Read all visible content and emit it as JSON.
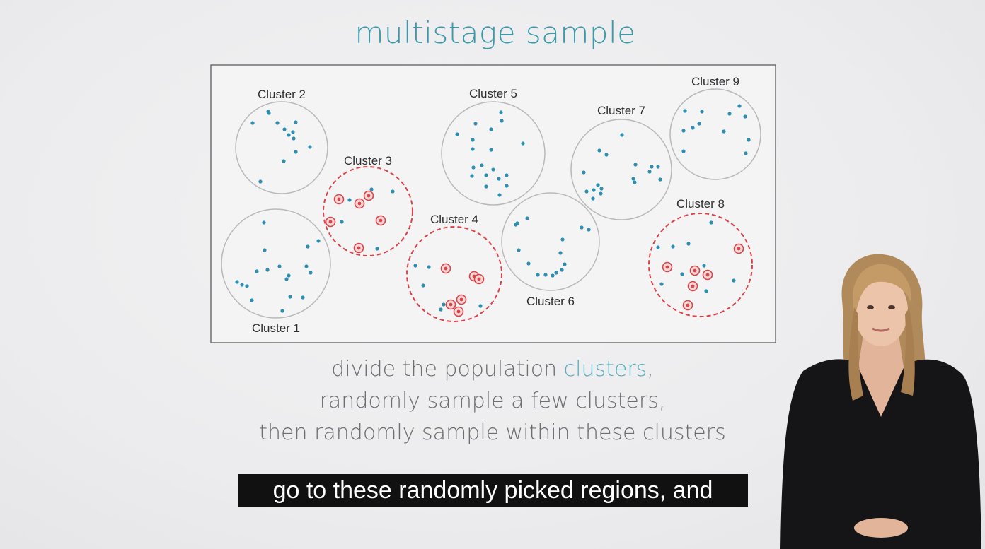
{
  "slide": {
    "title": "multistage sample",
    "title_color": "#3a9aa8",
    "caption": {
      "line1_before": "divide the population ",
      "line1_highlight": "clusters",
      "line1_after": ",",
      "line2": "randomly sample a few clusters,",
      "line3": "then randomly sample within these clusters",
      "text_color": "#6e6e70",
      "highlight_color": "#5aaebb"
    }
  },
  "diagram": {
    "point_color": "#2c8eb0",
    "sampled_ring_color": "#d9434a",
    "unsampled_circle_color": "#b9b9bb",
    "clusters": [
      {
        "label": "Cluster 1",
        "sampled": false
      },
      {
        "label": "Cluster 2",
        "sampled": false
      },
      {
        "label": "Cluster 3",
        "sampled": true
      },
      {
        "label": "Cluster 4",
        "sampled": true
      },
      {
        "label": "Cluster 5",
        "sampled": false
      },
      {
        "label": "Cluster 6",
        "sampled": false
      },
      {
        "label": "Cluster 7",
        "sampled": false
      },
      {
        "label": "Cluster 8",
        "sampled": true
      },
      {
        "label": "Cluster 9",
        "sampled": false
      }
    ]
  },
  "subtitle": {
    "text": "go to these randomly picked regions, and"
  },
  "presenter": {
    "icon": "presenter-figure"
  }
}
